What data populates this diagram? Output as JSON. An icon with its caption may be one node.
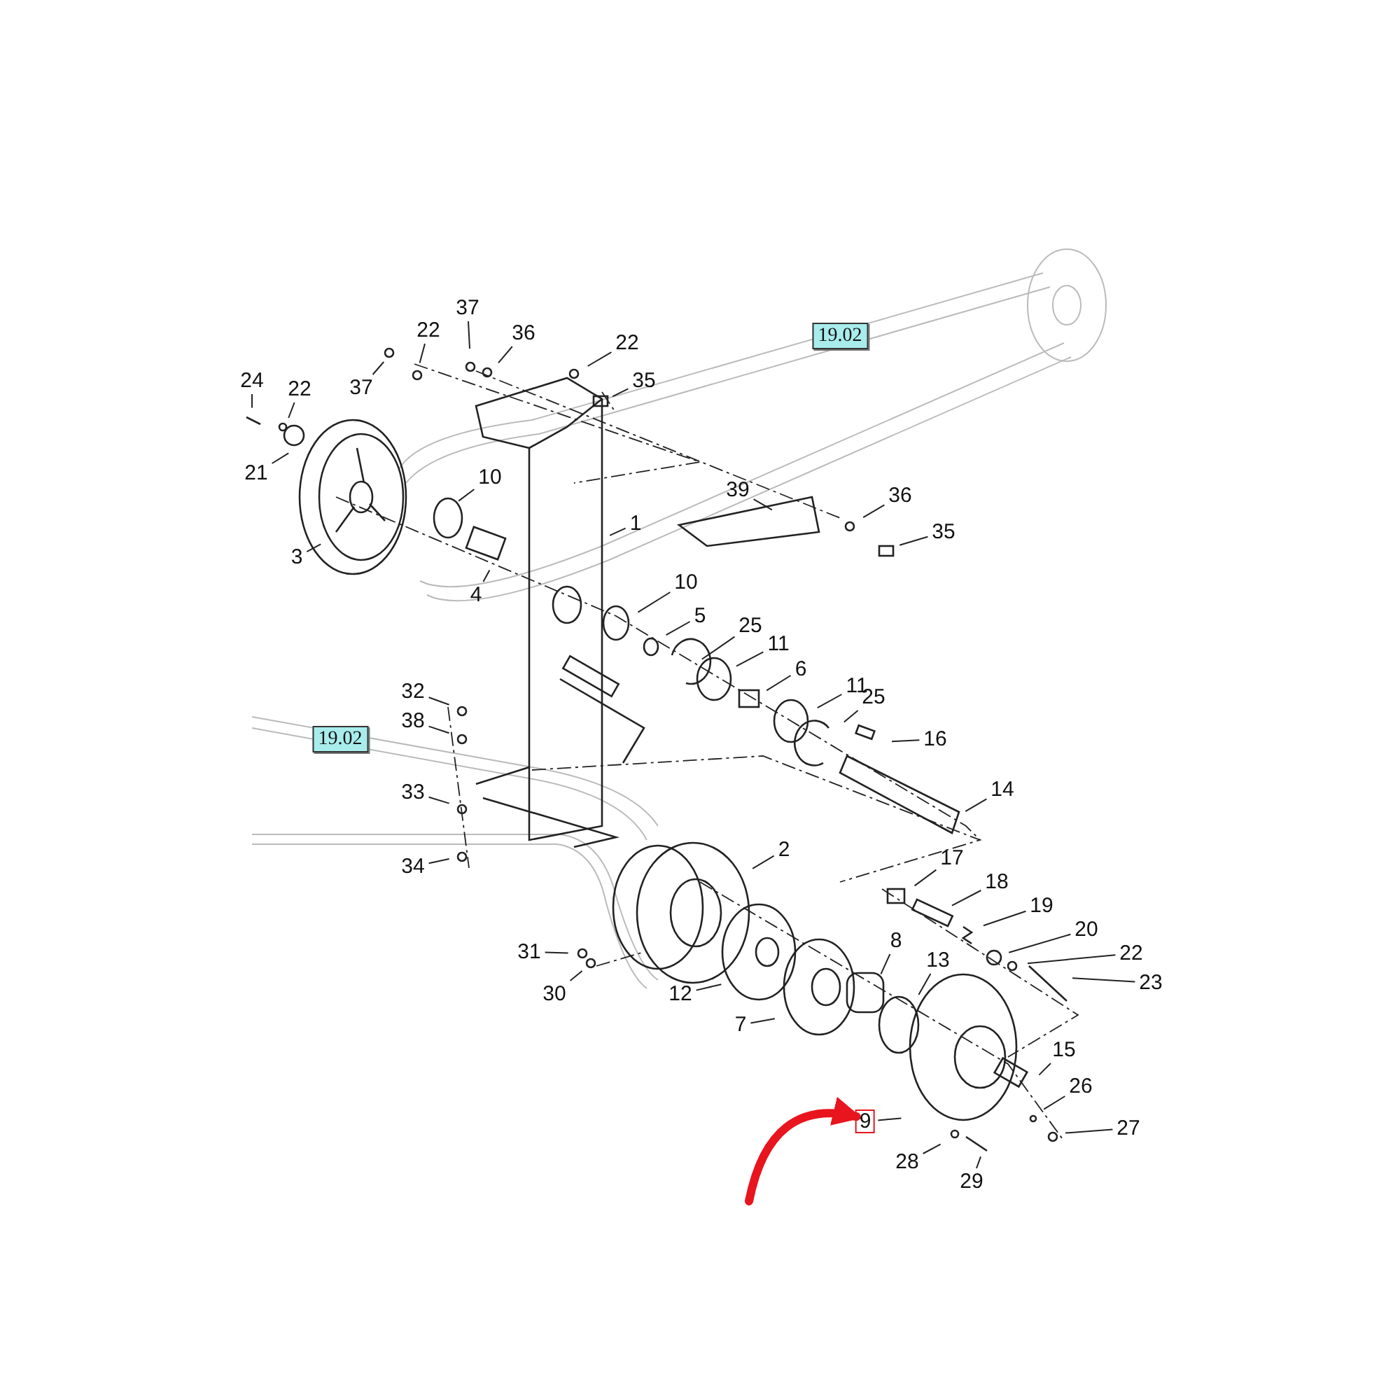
{
  "diagram": {
    "nodes": [
      {
        "text": [
          "37"
        ]
      },
      {
        "text": [
          "36"
        ]
      },
      {
        "text": [
          "22"
        ]
      },
      {
        "text": [
          "19.02"
        ]
      },
      {
        "text": [
          "22"
        ]
      },
      {
        "text": [
          "37"
        ]
      },
      {
        "text": [
          "24"
        ]
      },
      {
        "text": [
          "22"
        ]
      },
      {
        "text": [
          "35"
        ]
      },
      {
        "text": [
          "21"
        ]
      },
      {
        "text": [
          "10"
        ]
      },
      {
        "text": [
          "39"
        ]
      },
      {
        "text": [
          "36"
        ]
      },
      {
        "text": [
          "35"
        ]
      },
      {
        "text": [
          "1"
        ]
      },
      {
        "text": [
          "3"
        ]
      },
      {
        "text": [
          "4"
        ]
      },
      {
        "text": [
          "10"
        ]
      },
      {
        "text": [
          "5"
        ]
      },
      {
        "text": [
          "25"
        ]
      },
      {
        "text": [
          "11"
        ]
      },
      {
        "text": [
          "6"
        ]
      },
      {
        "text": [
          "32"
        ]
      },
      {
        "text": [
          "11"
        ]
      },
      {
        "text": [
          "25"
        ]
      },
      {
        "text": [
          "16"
        ]
      },
      {
        "text": [
          "38"
        ]
      },
      {
        "text": [
          "19.02"
        ]
      },
      {
        "text": [
          "33"
        ]
      },
      {
        "text": [
          "14"
        ]
      },
      {
        "text": [
          "2"
        ]
      },
      {
        "text": [
          "34"
        ]
      },
      {
        "text": [
          "17"
        ]
      },
      {
        "text": [
          "18"
        ]
      },
      {
        "text": [
          "19"
        ]
      },
      {
        "text": [
          "20"
        ]
      },
      {
        "text": [
          "22"
        ]
      },
      {
        "text": [
          "8"
        ]
      },
      {
        "text": [
          "31"
        ]
      },
      {
        "text": [
          "23"
        ]
      },
      {
        "text": [
          "13"
        ]
      },
      {
        "text": [
          "30"
        ]
      },
      {
        "text": [
          "12"
        ]
      },
      {
        "text": [
          "7"
        ]
      },
      {
        "text": [
          "15"
        ]
      },
      {
        "text": [
          "26"
        ]
      },
      {
        "text": [
          "27"
        ]
      },
      {
        "text": [
          "9"
        ]
      },
      {
        "text": [
          "28"
        ]
      },
      {
        "text": [
          "29"
        ]
      }
    ],
    "edges": [
      {
        "from": 0,
        "to": null,
        "arrow": "none"
      },
      {
        "from": 1,
        "to": null,
        "arrow": "none"
      },
      {
        "from": 2,
        "to": null,
        "arrow": "none"
      },
      {
        "from": 4,
        "to": null,
        "arrow": "none"
      },
      {
        "from": 5,
        "to": null,
        "arrow": "none"
      },
      {
        "from": 6,
        "to": null,
        "arrow": "none"
      },
      {
        "from": 7,
        "to": null,
        "arrow": "none"
      },
      {
        "from": 8,
        "to": null,
        "arrow": "none"
      },
      {
        "from": 9,
        "to": null,
        "arrow": "none"
      },
      {
        "from": 10,
        "to": null,
        "arrow": "none"
      },
      {
        "from": 11,
        "to": null,
        "arrow": "none"
      },
      {
        "from": 12,
        "to": null,
        "arrow": "none"
      },
      {
        "from": 13,
        "to": null,
        "arrow": "none"
      },
      {
        "from": 14,
        "to": null,
        "arrow": "none"
      },
      {
        "from": 15,
        "to": null,
        "arrow": "none"
      },
      {
        "from": 16,
        "to": null,
        "arrow": "none"
      },
      {
        "from": 17,
        "to": null,
        "arrow": "none"
      },
      {
        "from": 18,
        "to": null,
        "arrow": "none"
      },
      {
        "from": 19,
        "to": null,
        "arrow": "none"
      },
      {
        "from": 20,
        "to": null,
        "arrow": "none"
      },
      {
        "from": 21,
        "to": null,
        "arrow": "none"
      },
      {
        "from": 22,
        "to": null,
        "arrow": "none"
      },
      {
        "from": 23,
        "to": null,
        "arrow": "none"
      },
      {
        "from": 24,
        "to": null,
        "arrow": "none"
      },
      {
        "from": 25,
        "to": null,
        "arrow": "none"
      },
      {
        "from": 26,
        "to": null,
        "arrow": "none"
      },
      {
        "from": 28,
        "to": null,
        "arrow": "none"
      },
      {
        "from": 29,
        "to": null,
        "arrow": "none"
      },
      {
        "from": 30,
        "to": null,
        "arrow": "none"
      },
      {
        "from": 31,
        "to": null,
        "arrow": "none"
      },
      {
        "from": 32,
        "to": null,
        "arrow": "none"
      },
      {
        "from": 33,
        "to": null,
        "arrow": "none"
      },
      {
        "from": 34,
        "to": null,
        "arrow": "none"
      },
      {
        "from": 35,
        "to": null,
        "arrow": "none"
      },
      {
        "from": 36,
        "to": null,
        "arrow": "none"
      },
      {
        "from": 37,
        "to": null,
        "arrow": "none"
      },
      {
        "from": 38,
        "to": null,
        "arrow": "none"
      },
      {
        "from": 39,
        "to": null,
        "arrow": "none"
      },
      {
        "from": 40,
        "to": null,
        "arrow": "none"
      },
      {
        "from": 41,
        "to": null,
        "arrow": "none"
      },
      {
        "from": 42,
        "to": null,
        "arrow": "none"
      },
      {
        "from": 43,
        "to": null,
        "arrow": "none"
      },
      {
        "from": 44,
        "to": null,
        "arrow": "none"
      },
      {
        "from": 45,
        "to": null,
        "arrow": "none"
      },
      {
        "from": 46,
        "to": null,
        "arrow": "none"
      },
      {
        "from": 47,
        "to": null,
        "arrow": "none"
      },
      {
        "from": 48,
        "to": null,
        "arrow": "none"
      },
      {
        "from": 49,
        "to": null,
        "arrow": "none"
      },
      {
        "from": null,
        "to": 47,
        "arrow": "to",
        "style": "thick",
        "color": "#e8141e"
      }
    ]
  }
}
